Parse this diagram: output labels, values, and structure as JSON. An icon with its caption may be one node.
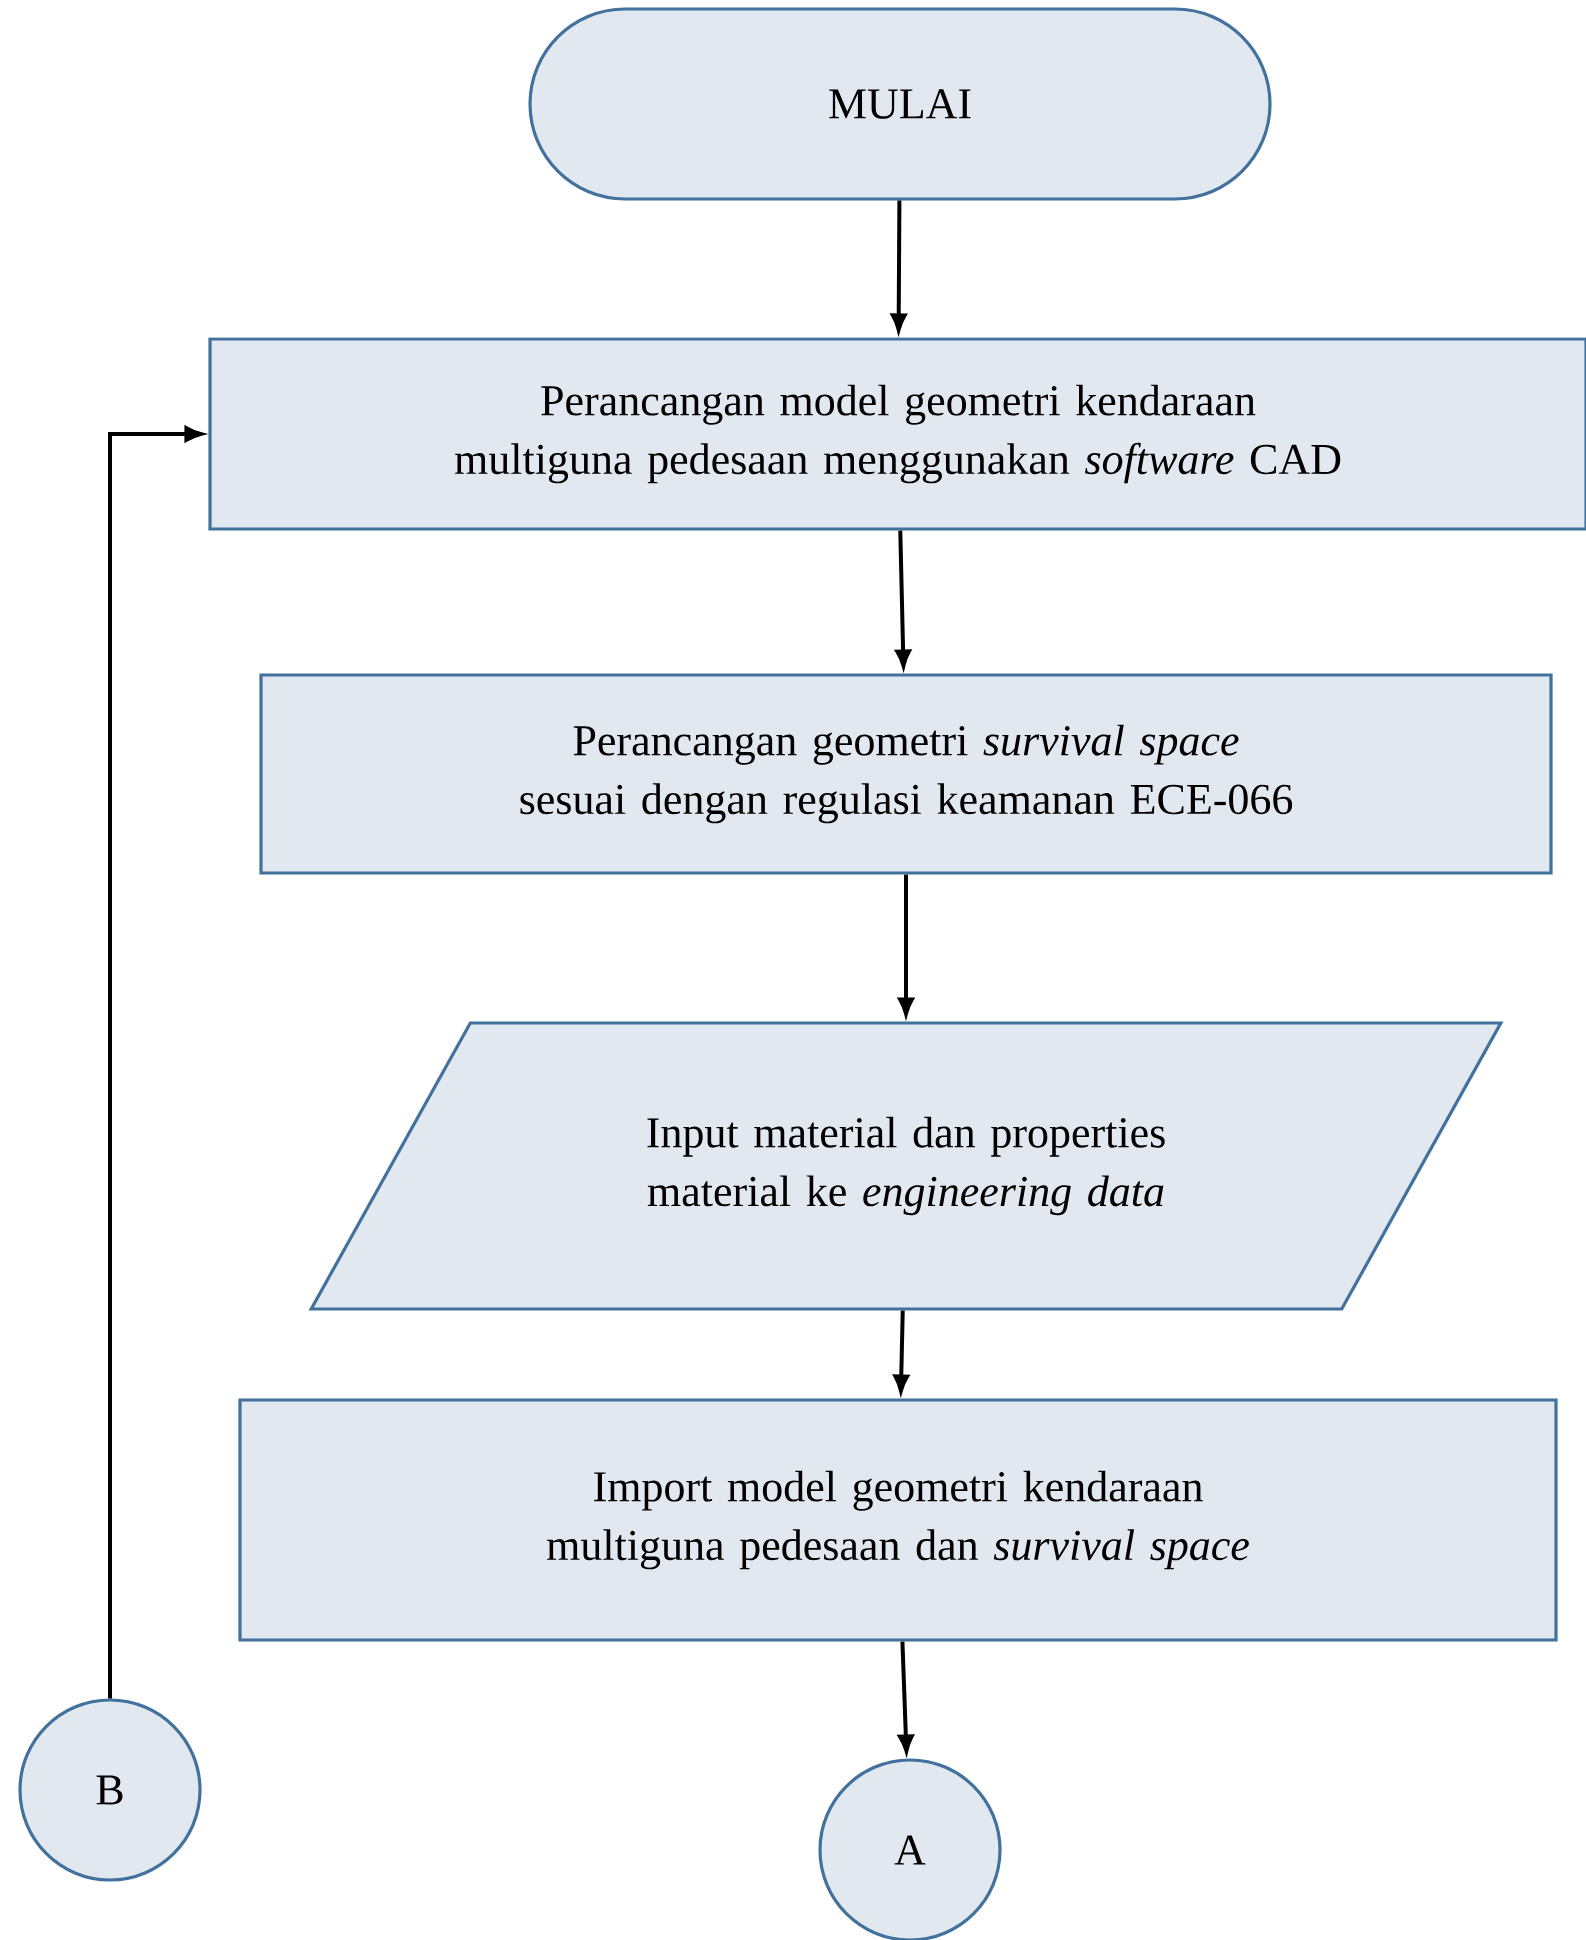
{
  "diagram": {
    "nodes": [
      {
        "text": [
          "MULAI"
        ]
      },
      {
        "text": [
          "Perancangan model geometri kendaraan multiguna pedesaan menggunakan *software* CAD"
        ]
      },
      {
        "text": [
          "Perancangan geometri *survival space* sesuai dengan regulasi keamanan ECE-066"
        ]
      },
      {
        "text": [
          "Input material dan properties material ke *engineering data*"
        ]
      },
      {
        "text": [
          "Import model geometri kendaraan multiguna pedesaan dan *survival space*"
        ]
      },
      {
        "text": [
          "B"
        ]
      },
      {
        "text": [
          "A"
        ]
      }
    ],
    "edges": [
      {
        "from": 0,
        "to": 1,
        "arrow": "to"
      },
      {
        "from": 1,
        "to": 2,
        "arrow": "to"
      },
      {
        "from": 2,
        "to": 3,
        "arrow": "to"
      },
      {
        "from": 3,
        "to": 4,
        "arrow": "to"
      },
      {
        "from": 4,
        "to": 6,
        "arrow": "to"
      },
      {
        "from": 5,
        "to": 1,
        "arrow": "to"
      }
    ]
  }
}
